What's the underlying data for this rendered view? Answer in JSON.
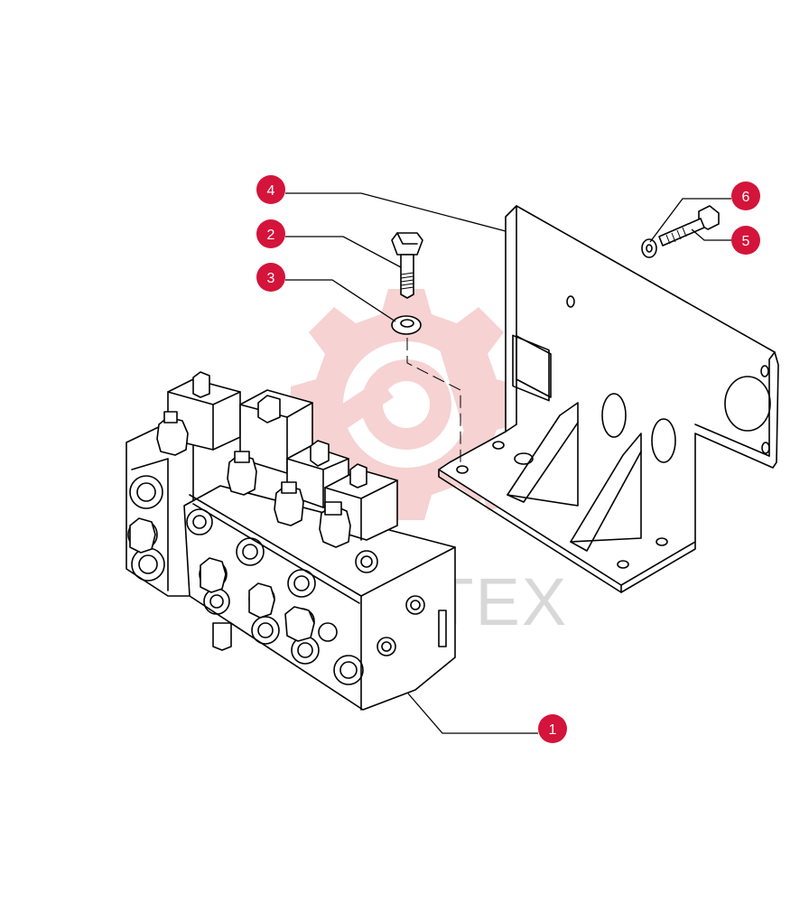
{
  "watermark": {
    "text": "VIHTEX",
    "logo_color": "#f4c4c4",
    "text_color": "#d0d0d0"
  },
  "callout_color": "#d4143a",
  "callouts": [
    {
      "id": "callout-1",
      "label": "1",
      "part": "control-valve-block"
    },
    {
      "id": "callout-2",
      "label": "2",
      "part": "hex-bolt"
    },
    {
      "id": "callout-3",
      "label": "3",
      "part": "washer"
    },
    {
      "id": "callout-4",
      "label": "4",
      "part": "mounting-bracket"
    },
    {
      "id": "callout-5",
      "label": "5",
      "part": "bracket-bolt"
    },
    {
      "id": "callout-6",
      "label": "6",
      "part": "bracket-washer"
    }
  ]
}
